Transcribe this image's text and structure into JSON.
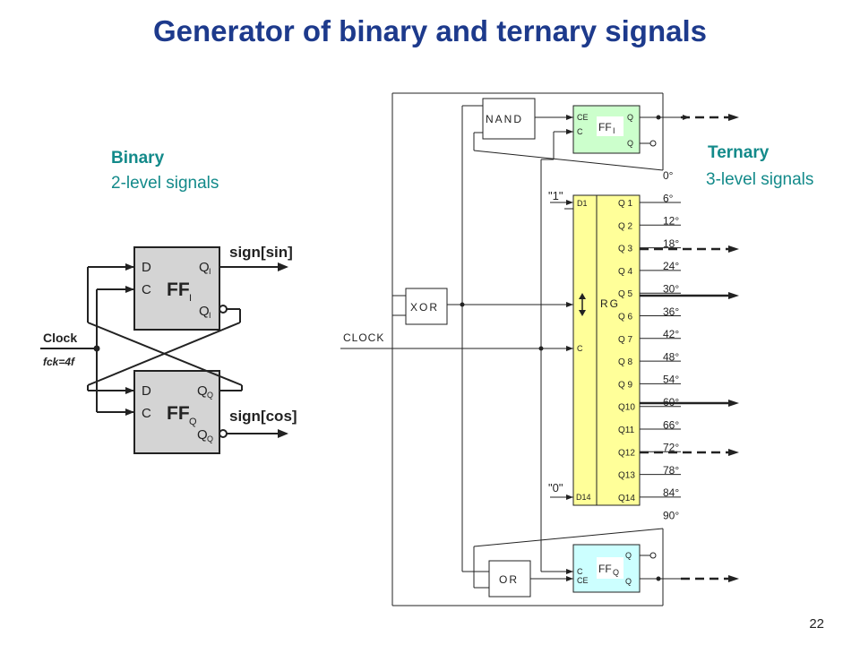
{
  "title": "Generator of binary and ternary signals",
  "binary": {
    "heading": "Binary",
    "subheading": "2-level signals"
  },
  "ternary": {
    "heading": "Ternary",
    "subheading": "3-level signals"
  },
  "page_number": "22",
  "left_circuit": {
    "ff_top": {
      "d": "D",
      "c": "C",
      "name": "FF",
      "sub": "I",
      "q": "Q",
      "qsub": "I",
      "qbar": "Q",
      "qbarsub": "I"
    },
    "ff_bottom": {
      "d": "D",
      "c": "C",
      "name": "FF",
      "sub": "Q",
      "q": "Q",
      "qsub": "Q",
      "qbar": "Q",
      "qbarsub": "Q"
    },
    "out_top": "sign[sin]",
    "out_bottom": "sign[cos]",
    "clock_label": "Clock",
    "freq_label": "fck=4f"
  },
  "right_circuit": {
    "nand": "NAND",
    "xor": "XOR",
    "or": "OR",
    "clock": "CLOCK",
    "ffi": {
      "ce": "CE",
      "c": "C",
      "q": "Q",
      "qbar": "Q",
      "name": "FF",
      "sub": "I"
    },
    "ffq": {
      "c": "C",
      "ce": "CE",
      "q": "Q",
      "qbar": "Q",
      "name": "FF",
      "sub": "Q"
    },
    "rg": {
      "name": "RG",
      "d1": "D1",
      "d14": "D14",
      "c": "C",
      "one": "\"1\"",
      "zero": "\"0\""
    },
    "outputs": [
      "Q 1",
      "Q 2",
      "Q 3",
      "Q 4",
      "Q 5",
      "Q 6",
      "Q 7",
      "Q 8",
      "Q 9",
      "Q10",
      "Q11",
      "Q12",
      "Q13",
      "Q14"
    ],
    "phases": [
      "0°",
      "6°",
      "12°",
      "18°",
      "24°",
      "30°",
      "36°",
      "42°",
      "48°",
      "54°",
      "60°",
      "66°",
      "72°",
      "78°",
      "84°",
      "90°"
    ]
  }
}
